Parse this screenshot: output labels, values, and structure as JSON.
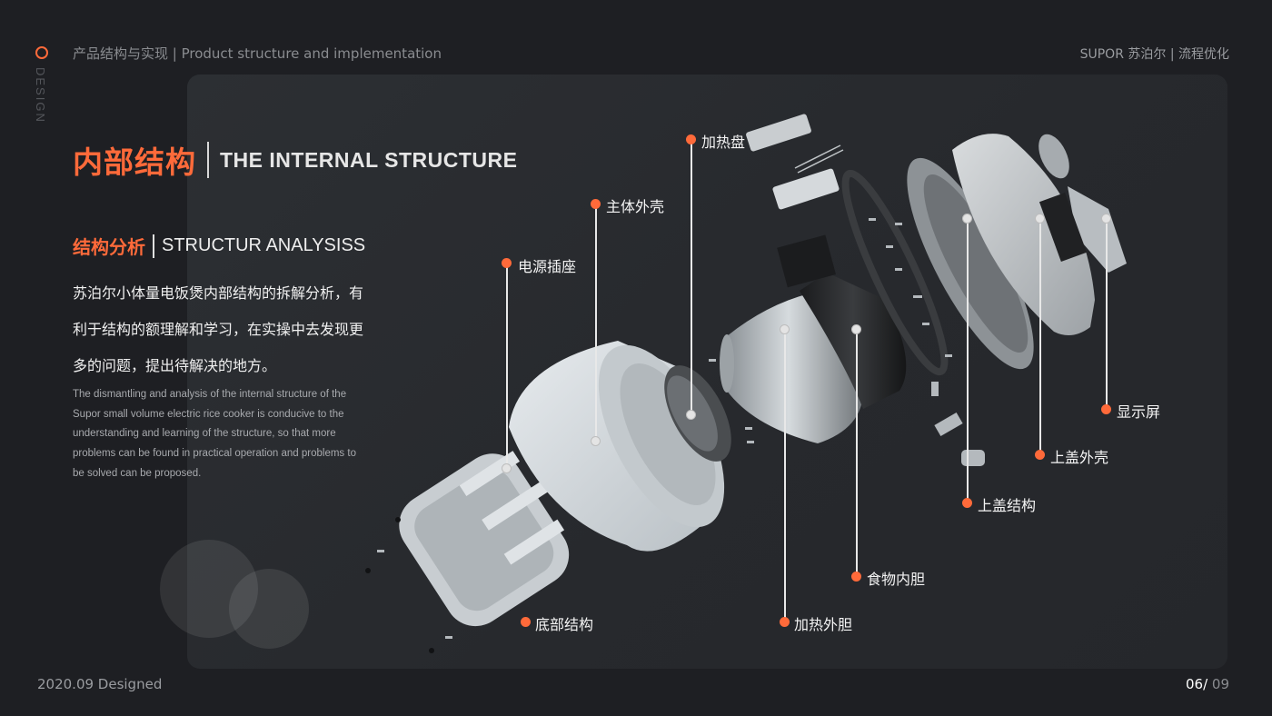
{
  "header": {
    "section_title": "产品结构与实现 | Product structure and implementation",
    "brand_vertical": "DESIGN",
    "project": "SUPOR 苏泊尔 | 流程优化"
  },
  "title": {
    "cn": "内部结构",
    "en": "THE INTERNAL STRUCTURE"
  },
  "subtitle": {
    "cn": "结构分析",
    "en": "STRUCTUR ANALYSISS"
  },
  "description_cn": [
    "苏泊尔小体量电饭煲内部结构的拆解分析，有",
    "利于结构的额理解和学习，在实操中去发现更",
    "多的问题，提出待解决的地方。"
  ],
  "description_en": [
    "The dismantling and analysis of the internal structure of the",
    "Supor small volume electric rice cooker is conducive to the",
    "understanding and learning of the structure, so that more",
    "problems can be found in practical operation and problems to",
    "be solved can be proposed."
  ],
  "callouts": [
    {
      "id": "heating-plate",
      "label": "加热盘"
    },
    {
      "id": "main-shell",
      "label": "主体外壳"
    },
    {
      "id": "power-socket",
      "label": "电源插座"
    },
    {
      "id": "bottom-structure",
      "label": "底部结构"
    },
    {
      "id": "heating-outer-pot",
      "label": "加热外胆"
    },
    {
      "id": "inner-pot",
      "label": "食物内胆"
    },
    {
      "id": "lid-structure",
      "label": "上盖结构"
    },
    {
      "id": "lid-shell",
      "label": "上盖外壳"
    },
    {
      "id": "display",
      "label": "显示屏"
    }
  ],
  "footer": {
    "date": "2020.09  Designed",
    "page_current": "06/",
    "page_total": " 09"
  },
  "colors": {
    "accent": "#ff6a3a",
    "background": "#1e1f23",
    "panel": "#2a2c30"
  }
}
